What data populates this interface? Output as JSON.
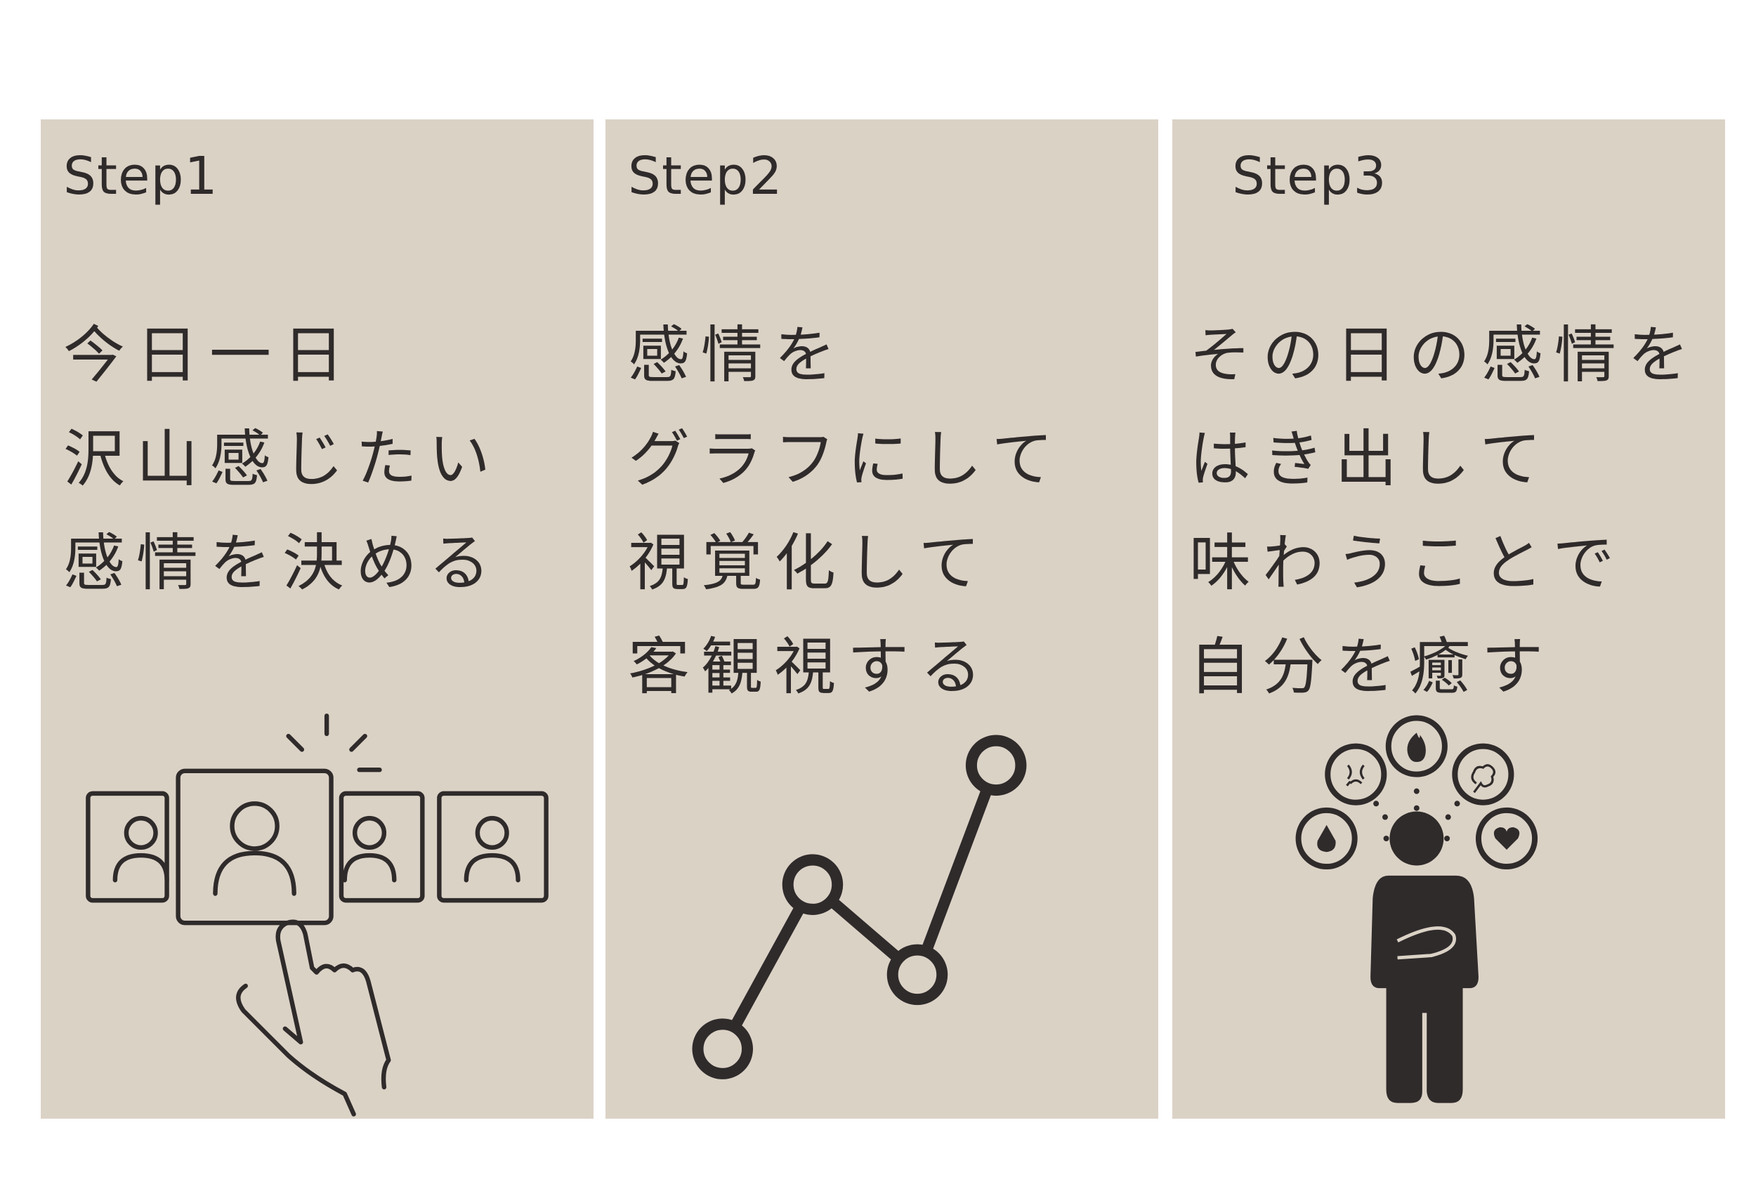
{
  "colors": {
    "panel_bg": "#dbd2c6",
    "ink": "#2f2b2b",
    "page_bg": "#ffffff"
  },
  "steps": [
    {
      "title": "Step1",
      "lines": [
        "今日一日",
        "沢山感じたい",
        "感情を決める"
      ],
      "icon": "select-person-hand-icon"
    },
    {
      "title": "Step2",
      "lines": [
        "感情を",
        "グラフにして",
        "視覚化して",
        "客観視する"
      ],
      "icon": "line-graph-icon"
    },
    {
      "title": "Step3",
      "lines": [
        "その日の感情を",
        "はき出して",
        "味わうことで",
        "自分を癒す"
      ],
      "icon": "person-emotions-icon"
    }
  ]
}
